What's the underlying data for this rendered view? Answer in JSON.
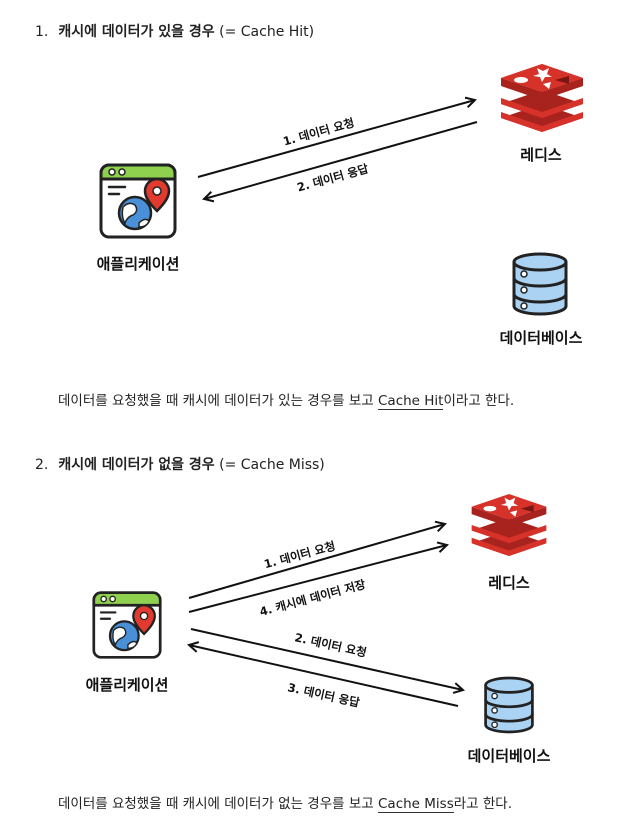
{
  "section1": {
    "number": "1.",
    "title_bold": "캐시에 데이터가 있을 경우",
    "title_suffix": " (= Cache Hit)",
    "nodes": {
      "app": "애플리케이션",
      "redis": "레디스",
      "database": "데이터베이스"
    },
    "edges": {
      "request": "1. 데이터 요청",
      "response": "2. 데이터 응답"
    },
    "caption_prefix": "데이터를 요청했을 때 캐시에 데이터가 있는 경우를 보고 ",
    "caption_term": "Cache Hit",
    "caption_suffix": "이라고 한다."
  },
  "section2": {
    "number": "2.",
    "title_bold": "캐시에 데이터가 없을 경우",
    "title_suffix": " (= Cache Miss)",
    "nodes": {
      "app": "애플리케이션",
      "redis": "레디스",
      "database": "데이터베이스"
    },
    "edges": {
      "cache_request": "1. 데이터 요청",
      "cache_store": "4. 캐시에 데이터 저장",
      "db_request": "2. 데이터 요청",
      "db_response": "3. 데이터 응답"
    },
    "caption_prefix": "데이터를 요청했을 때 캐시에 데이터가 없는 경우를 보고 ",
    "caption_term": "Cache Miss",
    "caption_suffix": "라고 한다."
  },
  "icons": [
    "app-window-icon",
    "redis-logo-icon",
    "database-icon"
  ],
  "colors": {
    "redis_red": "#d6322a",
    "redis_dark": "#a8231d",
    "db_blue": "#a9d2f3",
    "app_green": "#8fd14f",
    "globe_blue": "#4a90d9",
    "pin_red": "#e23a2e"
  }
}
